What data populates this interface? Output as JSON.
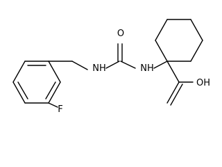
{
  "molecule": {
    "atoms": {
      "fluorine": "F",
      "amide_nh_left": "NH",
      "carbonyl_oxygen": "O",
      "amide_nh_right": "NH",
      "acid_oh": "OH"
    }
  }
}
